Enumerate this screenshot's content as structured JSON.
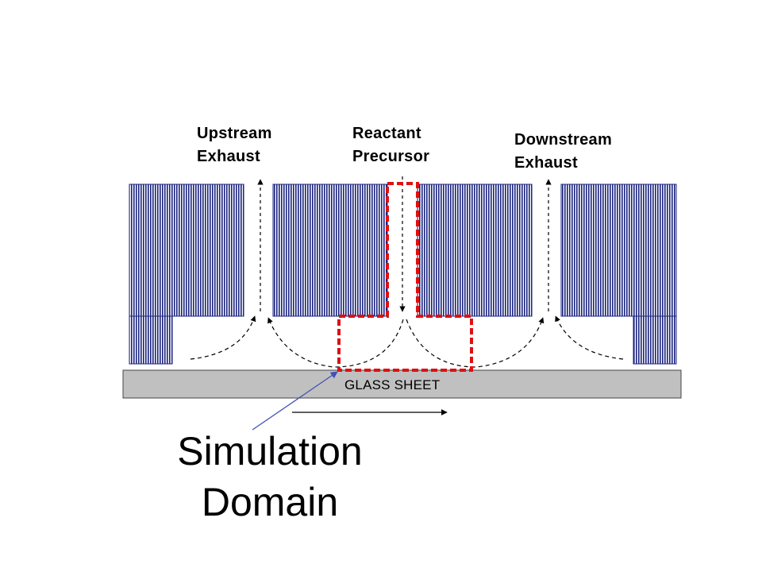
{
  "labels": {
    "upstream_exhaust": [
      "Upstream",
      "Exhaust"
    ],
    "reactant_precursor": [
      "Reactant",
      "Precursor"
    ],
    "downstream_exhaust": [
      "Downstream",
      "Exhaust"
    ],
    "glass_sheet": "GLASS SHEET",
    "simulation_domain": [
      "Simulation",
      "Domain"
    ]
  },
  "colors": {
    "hatch": "#1a237e",
    "domain_outline": "#e01010",
    "glass_fill": "#c0c0c0",
    "pointer_line": "#3f51b5",
    "arrows": "#000000"
  }
}
